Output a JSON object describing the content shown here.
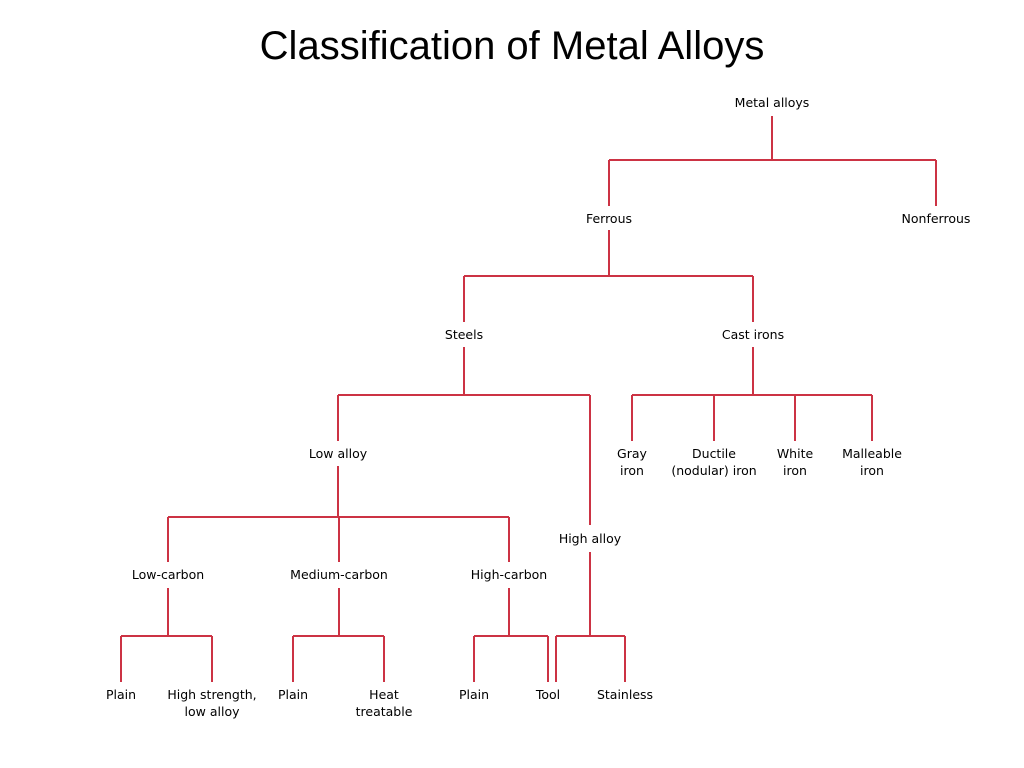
{
  "title": "Classification of Metal Alloys",
  "colors": {
    "edge": "#cc3344",
    "text": "#000000"
  },
  "nodes": {
    "metal_alloys": [
      "Metal alloys"
    ],
    "ferrous": [
      "Ferrous"
    ],
    "nonferrous": [
      "Nonferrous"
    ],
    "steels": [
      "Steels"
    ],
    "cast_irons": [
      "Cast irons"
    ],
    "low_alloy": [
      "Low alloy"
    ],
    "high_alloy": [
      "High alloy"
    ],
    "gray_iron": [
      "Gray",
      "iron"
    ],
    "ductile_iron": [
      "Ductile",
      "(nodular) iron"
    ],
    "white_iron": [
      "White",
      "iron"
    ],
    "malleable_iron": [
      "Malleable",
      "iron"
    ],
    "low_carbon": [
      "Low-carbon"
    ],
    "medium_carbon": [
      "Medium-carbon"
    ],
    "high_carbon": [
      "High-carbon"
    ],
    "low_carbon_plain": [
      "Plain"
    ],
    "low_carbon_hsla": [
      "High strength,",
      "low alloy"
    ],
    "medium_carbon_plain": [
      "Plain"
    ],
    "medium_carbon_heat_treatable": [
      "Heat",
      "treatable"
    ],
    "high_carbon_plain": [
      "Plain"
    ],
    "high_carbon_tool": [
      "Tool"
    ],
    "high_alloy_tool": [
      ""
    ],
    "high_alloy_stainless": [
      "Stainless"
    ]
  }
}
